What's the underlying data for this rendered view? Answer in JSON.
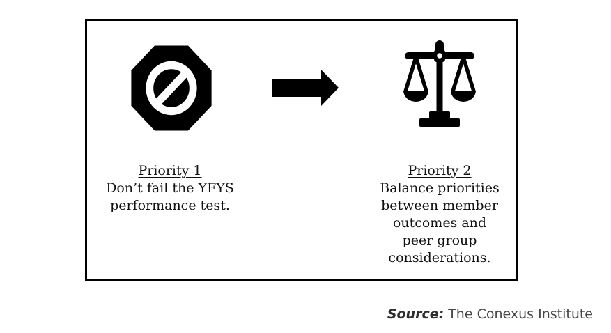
{
  "page": {
    "background_color": "#ffffff",
    "ink_color": "#000000"
  },
  "diagram": {
    "priority1": {
      "icon": "no-entry-icon",
      "heading": "Priority 1",
      "body": "Don’t fail the YFYS\nperformance test."
    },
    "connector": {
      "icon": "arrow-right-icon"
    },
    "priority2": {
      "icon": "balance-scale-icon",
      "heading": "Priority 2",
      "body": "Balance priorities\nbetween member\noutcomes and\npeer group\nconsiderations."
    }
  },
  "source": {
    "label": "Source:",
    "text": "The Conexus Institute"
  }
}
